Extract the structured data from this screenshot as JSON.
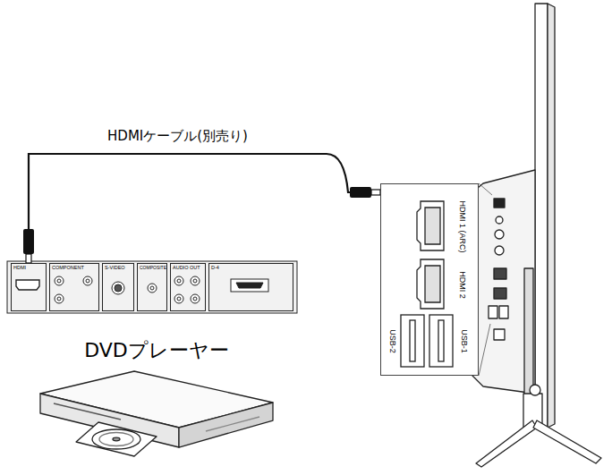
{
  "diagram": {
    "nodes": [
      {
        "text": [
          "HDMI"
        ]
      },
      {
        "text": [
          "COMPONENT"
        ]
      },
      {
        "text": [
          "S-VIDEO"
        ]
      },
      {
        "text": [
          "COMPOSITE"
        ]
      },
      {
        "text": [
          "AUDIO OUT"
        ]
      },
      {
        "text": [
          "D-4"
        ]
      },
      {
        "text": [
          "HDMI 1 (ARC)",
          "HDMI 2",
          "USB-2",
          "USB-1"
        ]
      }
    ],
    "edges": [
      {
        "from": 0,
        "to": 6,
        "arrow": "none",
        "label": "HDMIケーブル(別売り)"
      }
    ],
    "labels": [
      "DVDプレーヤー"
    ]
  }
}
